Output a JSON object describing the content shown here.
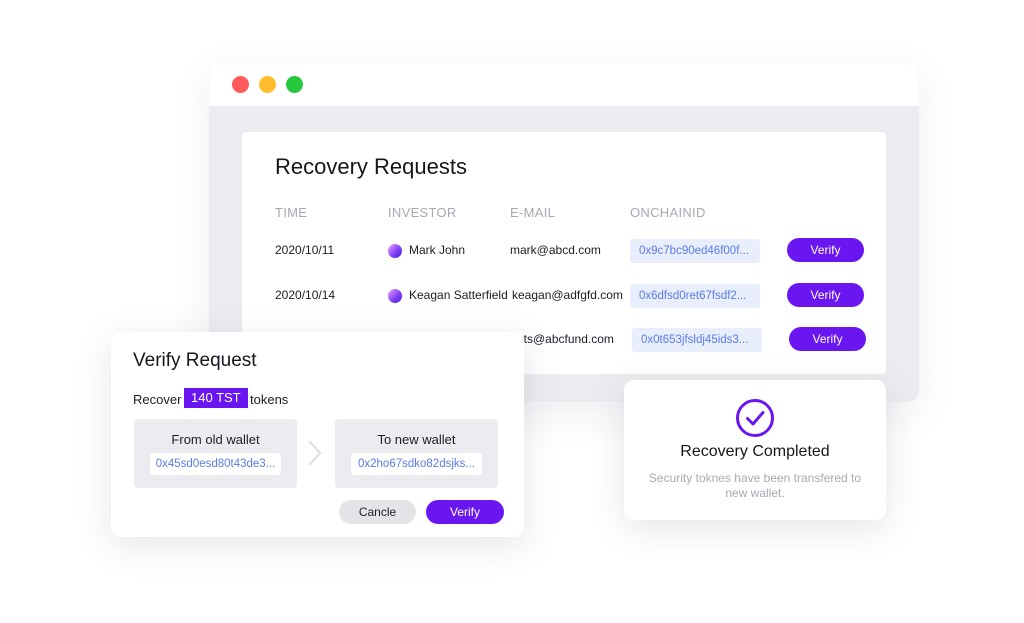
{
  "window": {
    "controls": [
      "close",
      "minimize",
      "maximize"
    ]
  },
  "recovery_requests": {
    "title": "Recovery Requests",
    "columns": [
      "TIME",
      "INVESTOR",
      "E-MAIL",
      "ONCHAINID"
    ],
    "rows": [
      {
        "time": "2020/10/11",
        "investor": "Mark John",
        "email": "mark@abcd.com",
        "onchainid": "0x9c7bc90ed46f00f...",
        "action": "Verify"
      },
      {
        "time": "2020/10/14",
        "investor": "Keagan Satterfield",
        "email": "keagan@adfgfd.com",
        "onchainid": "0x6dfsd0ret67fsdf2...",
        "action": "Verify"
      },
      {
        "time": "",
        "investor": "",
        "email": "rsets@abcfund.com",
        "onchainid": "0x0t653jfsldj45ids3...",
        "action": "Verify"
      }
    ]
  },
  "verify_request": {
    "title": "Verify Request",
    "recover_label": "Recover",
    "amount": "140 TST",
    "tokens_label": "tokens",
    "from_label": "From old wallet",
    "from_address": "0x45sd0esd80t43de3...",
    "to_label": "To new wallet",
    "to_address": "0x2ho67sdko82dsjks...",
    "cancel_label": "Cancle",
    "verify_label": "Verify"
  },
  "recovery_completed": {
    "title": "Recovery Completed",
    "message": "Security toknes have been transfered to new wallet."
  },
  "colors": {
    "accent": "#6a16f0",
    "chip_text": "#5a7be6",
    "chip_bg": "#e8eefc",
    "close": "#ff5b5b",
    "minimize": "#ffbd2e",
    "maximize": "#27c840"
  }
}
